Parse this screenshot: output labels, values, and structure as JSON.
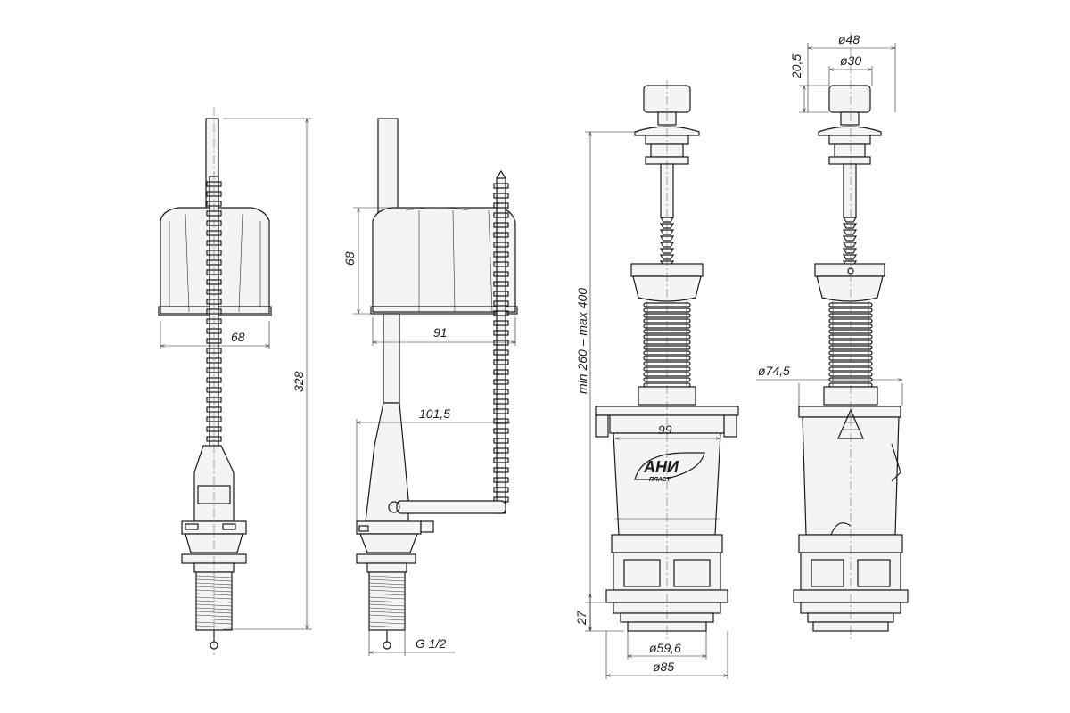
{
  "dimensions": {
    "fill_valve_front": {
      "width_68": "68",
      "height_328": "328"
    },
    "fill_valve_side": {
      "float_height_68": "68",
      "width_91": "91",
      "width_101_5": "101,5",
      "thread_g12": "G 1/2"
    },
    "flush_valve_front": {
      "height_range": "min 260 – max 400",
      "width_99": "99",
      "height_27": "27",
      "dia_59_6": "ø59,6",
      "dia_85": "ø85"
    },
    "flush_valve_side": {
      "dia_48": "ø48",
      "dia_30": "ø30",
      "height_20_5": "20,5",
      "dia_74_5": "ø74,5"
    }
  },
  "logo": {
    "main": "АНИ",
    "sub": "ПЛАСТ"
  }
}
